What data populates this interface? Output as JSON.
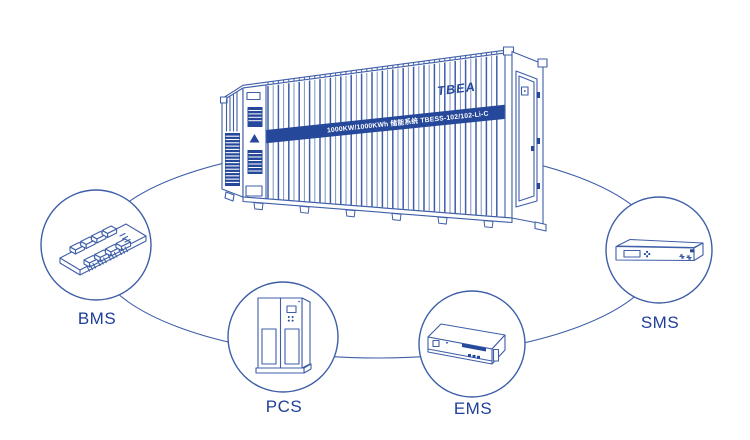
{
  "diagram": {
    "container": {
      "brand": "TBEA",
      "banner": "1000KW/1000KWh 储能系统 TBESS-102/102-Li-C"
    },
    "components": [
      {
        "id": "bms",
        "label": "BMS",
        "icon": "circuit-board-icon"
      },
      {
        "id": "pcs",
        "label": "PCS",
        "icon": "converter-cabinet-icon"
      },
      {
        "id": "ems",
        "label": "EMS",
        "icon": "controller-box-icon"
      },
      {
        "id": "sms",
        "label": "SMS",
        "icon": "rack-server-icon"
      }
    ],
    "colors": {
      "outline": "#3e5ea8",
      "dark_fill": "#26489a",
      "label_text": "#1d3e99",
      "corrugation": "#7d93c4",
      "banner_text": "#ffffff",
      "background": "#ffffff"
    }
  }
}
